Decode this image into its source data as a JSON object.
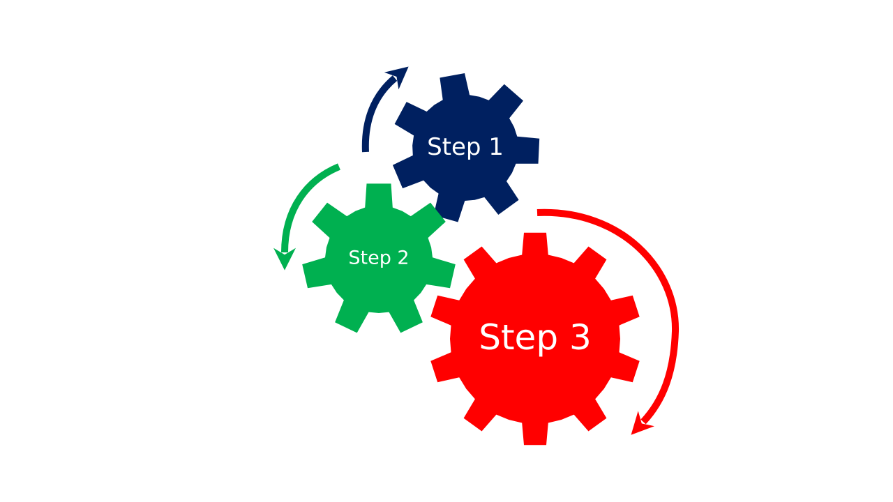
{
  "steps": [
    {
      "label": "Step 1",
      "color": "#002060"
    },
    {
      "label": "Step 2",
      "color": "#00B050"
    },
    {
      "label": "Step 3",
      "color": "#FF0000"
    }
  ]
}
